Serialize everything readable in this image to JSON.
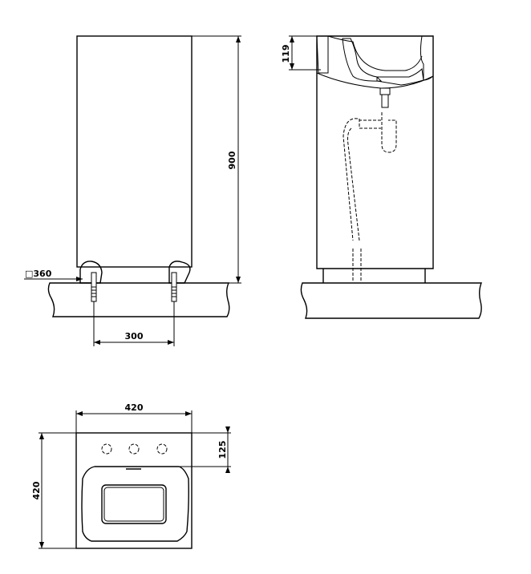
{
  "front_view": {
    "height_dim": "900",
    "footprint_label": "□360",
    "anchor_spacing": "300"
  },
  "side_view": {
    "basin_depth_dim": "119"
  },
  "plan_view": {
    "width_dim": "420",
    "depth_dim": "420",
    "tap_offset_dim": "125"
  }
}
